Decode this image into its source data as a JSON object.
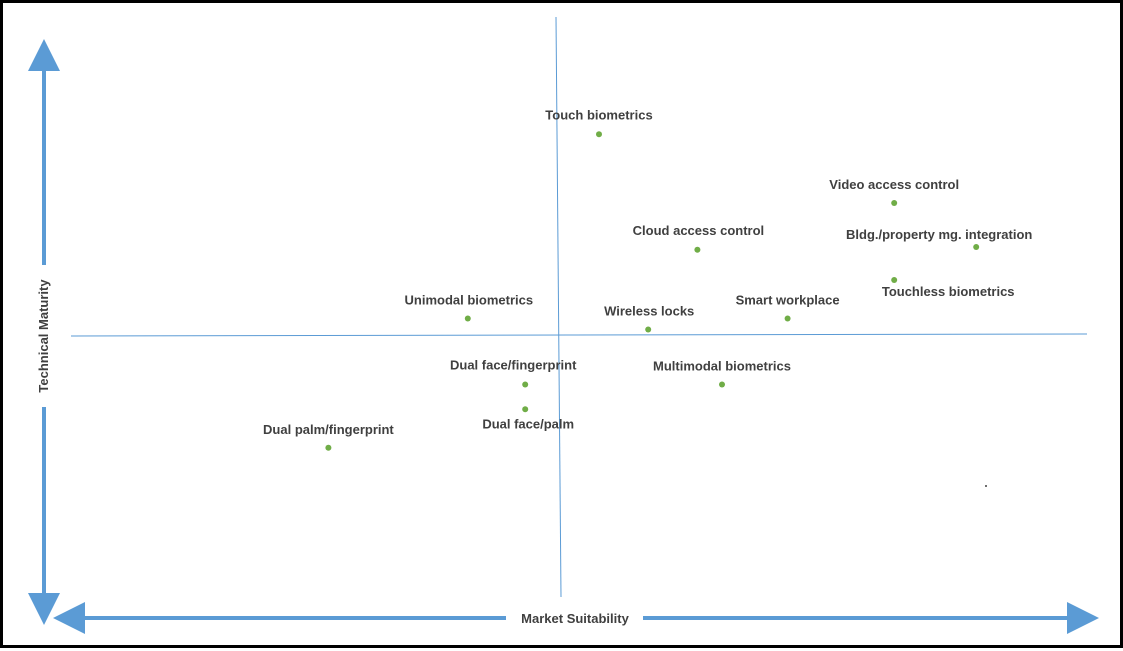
{
  "chart_data": {
    "type": "scatter",
    "xlabel": "Market Suitability",
    "ylabel": "Technical Maturity",
    "grid": false,
    "legend": "none",
    "colors": {
      "point": "#70AD47",
      "quadrant_line": "#5B9BD5",
      "arrow": "#5B9BD5",
      "label": "#404040"
    },
    "points": [
      {
        "label": "Touch biometrics",
        "x": 0.05,
        "y": 0.73
      },
      {
        "label": "Video access control",
        "x": 0.41,
        "y": 0.48
      },
      {
        "label": "Cloud access control",
        "x": 0.17,
        "y": 0.31
      },
      {
        "label": "Bldg./property mg. integration",
        "x": 0.51,
        "y": 0.32
      },
      {
        "label": "Touchless biometrics",
        "x": 0.41,
        "y": 0.2
      },
      {
        "label": "Unimodal biometrics",
        "x": -0.11,
        "y": 0.06
      },
      {
        "label": "Wireless locks",
        "x": 0.11,
        "y": 0.02
      },
      {
        "label": "Smart workplace",
        "x": 0.28,
        "y": 0.06
      },
      {
        "label": "Dual face/fingerprint",
        "x": -0.04,
        "y": -0.18
      },
      {
        "label": "Multimodal biometrics",
        "x": 0.2,
        "y": -0.18
      },
      {
        "label": "Dual face/palm",
        "x": -0.04,
        "y": -0.27
      },
      {
        "label": "Dual palm/fingerprint",
        "x": -0.28,
        "y": -0.41
      }
    ]
  }
}
